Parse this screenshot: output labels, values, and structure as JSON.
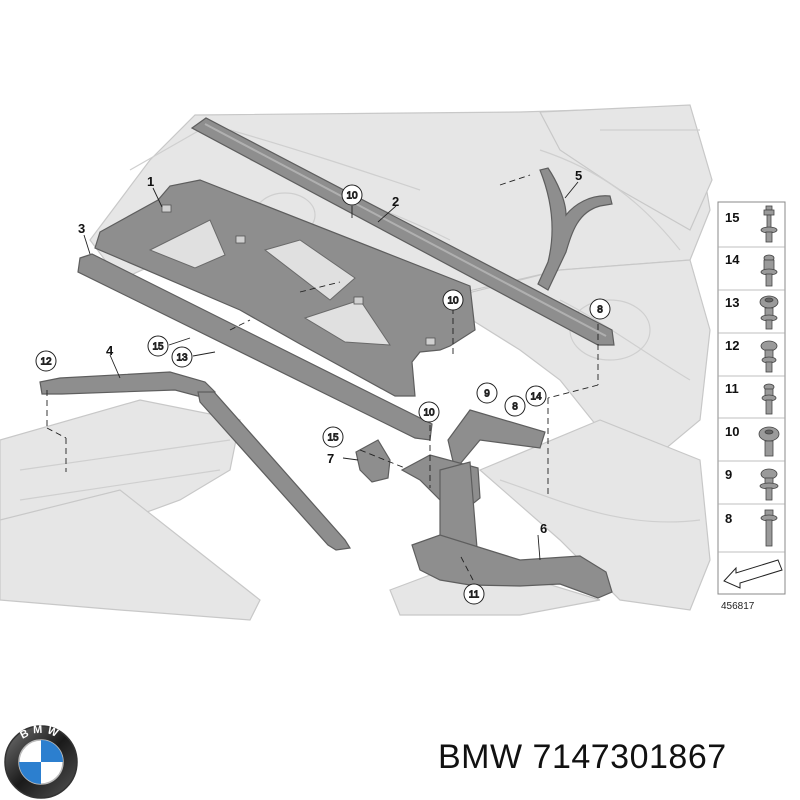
{
  "diagram": {
    "callouts": [
      "1",
      "2",
      "3",
      "4",
      "5",
      "6",
      "7"
    ],
    "circled_callouts": [
      "10",
      "10",
      "10",
      "8",
      "9",
      "8",
      "14",
      "12",
      "15",
      "13",
      "15",
      "11"
    ],
    "legend": {
      "items": [
        "15",
        "14",
        "13",
        "12",
        "11",
        "10",
        "9",
        "8"
      ]
    },
    "diagram_code": "456817"
  },
  "footer": {
    "brand": "BMW",
    "part_number": "7147301867"
  },
  "logo_letters": "BMW",
  "colors": {
    "part_fill": "#8e8e8e",
    "part_dark": "#5e5e5e",
    "ghost": "#d9d9d9",
    "logo_blue": "#2c7fcf"
  }
}
